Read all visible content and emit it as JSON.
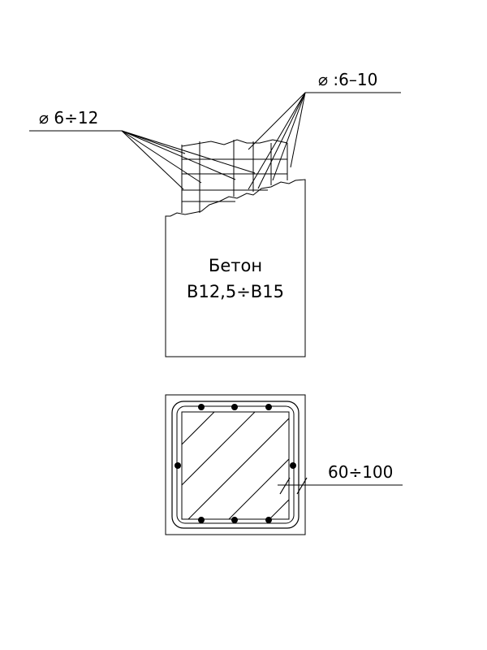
{
  "drawing": {
    "label_left": "⌀ 6÷12",
    "label_right": "⌀ :6–10",
    "concrete_title": "Бетон",
    "concrete_grade": "В12,5÷В15",
    "cover_dimension": "60÷100"
  }
}
